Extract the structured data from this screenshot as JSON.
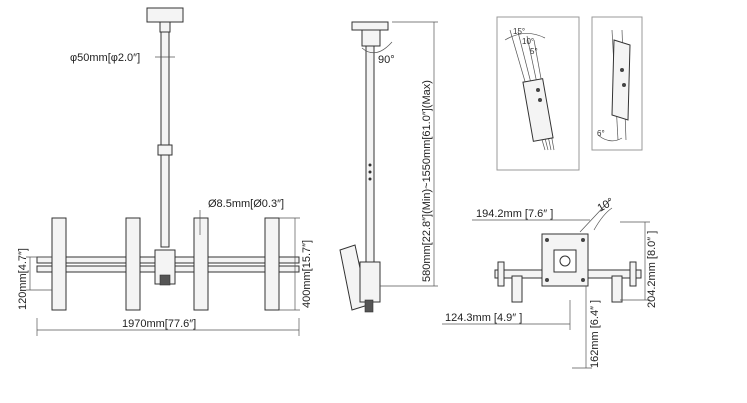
{
  "dimensions": {
    "pole_diameter": "φ50mm[φ2.0″]",
    "hole_diameter": "Ø8.5mm[Ø0.3″]",
    "plate_height": "120mm[4.7″]",
    "bracket_height": "400mm[15.7″]",
    "total_width": "1970mm[77.6″]",
    "pole_length": "580mm[22.8″](Min)~1550mm[61.0″](Max)",
    "rotation_angle": "90°",
    "top_width": "194.2mm [7.6″ ]",
    "tilt_angle": "10°",
    "right_height": "204.2mm [8.0″ ]",
    "bottom_width": "124.3mm [4.9″ ]",
    "bottom_height": "162mm [6.4″ ]",
    "tilt_15": "15°",
    "tilt_10": "10°",
    "tilt_5": "5°",
    "tilt_6": "6°"
  },
  "colors": {
    "line": "#444444",
    "fill": "#f4f4f4",
    "panel_border": "#999999"
  }
}
